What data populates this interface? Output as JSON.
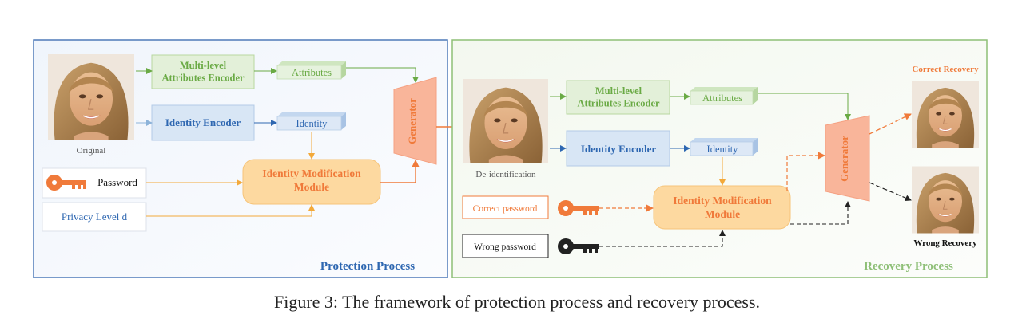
{
  "protection": {
    "title": "Protection Process",
    "original_label": "Original",
    "attr_encoder": "Multi-level\nAttributes Encoder",
    "attributes": "Attributes",
    "identity_encoder": "Identity Encoder",
    "identity": "Identity",
    "password": "Password",
    "privacy": "Privacy Level d",
    "idm": "Identity Modification\nModule",
    "generator": "Generator"
  },
  "recovery": {
    "title": "Recovery Process",
    "deid_label": "De-identification",
    "attr_encoder": "Multi-level\nAttributes Encoder",
    "attributes": "Attributes",
    "identity_encoder": "Identity Encoder",
    "identity": "Identity",
    "correct_password": "Correct password",
    "wrong_password": "Wrong password",
    "idm": "Identity Modification\nModule",
    "generator": "Generator",
    "correct_recovery": "Correct Recovery",
    "wrong_recovery": "Wrong Recovery"
  },
  "caption": "Figure 3: The framework of protection process and recovery process.",
  "colors": {
    "protection_border": "#4f7ab8",
    "recovery_border": "#8ebf77",
    "attr_green": "#6aaa45",
    "identity_blue": "#2e67b1",
    "orange": "#f07a3a",
    "idm_fill": "#fdd9a0",
    "generator_fill": "#f9b59a",
    "dark": "#222222"
  }
}
